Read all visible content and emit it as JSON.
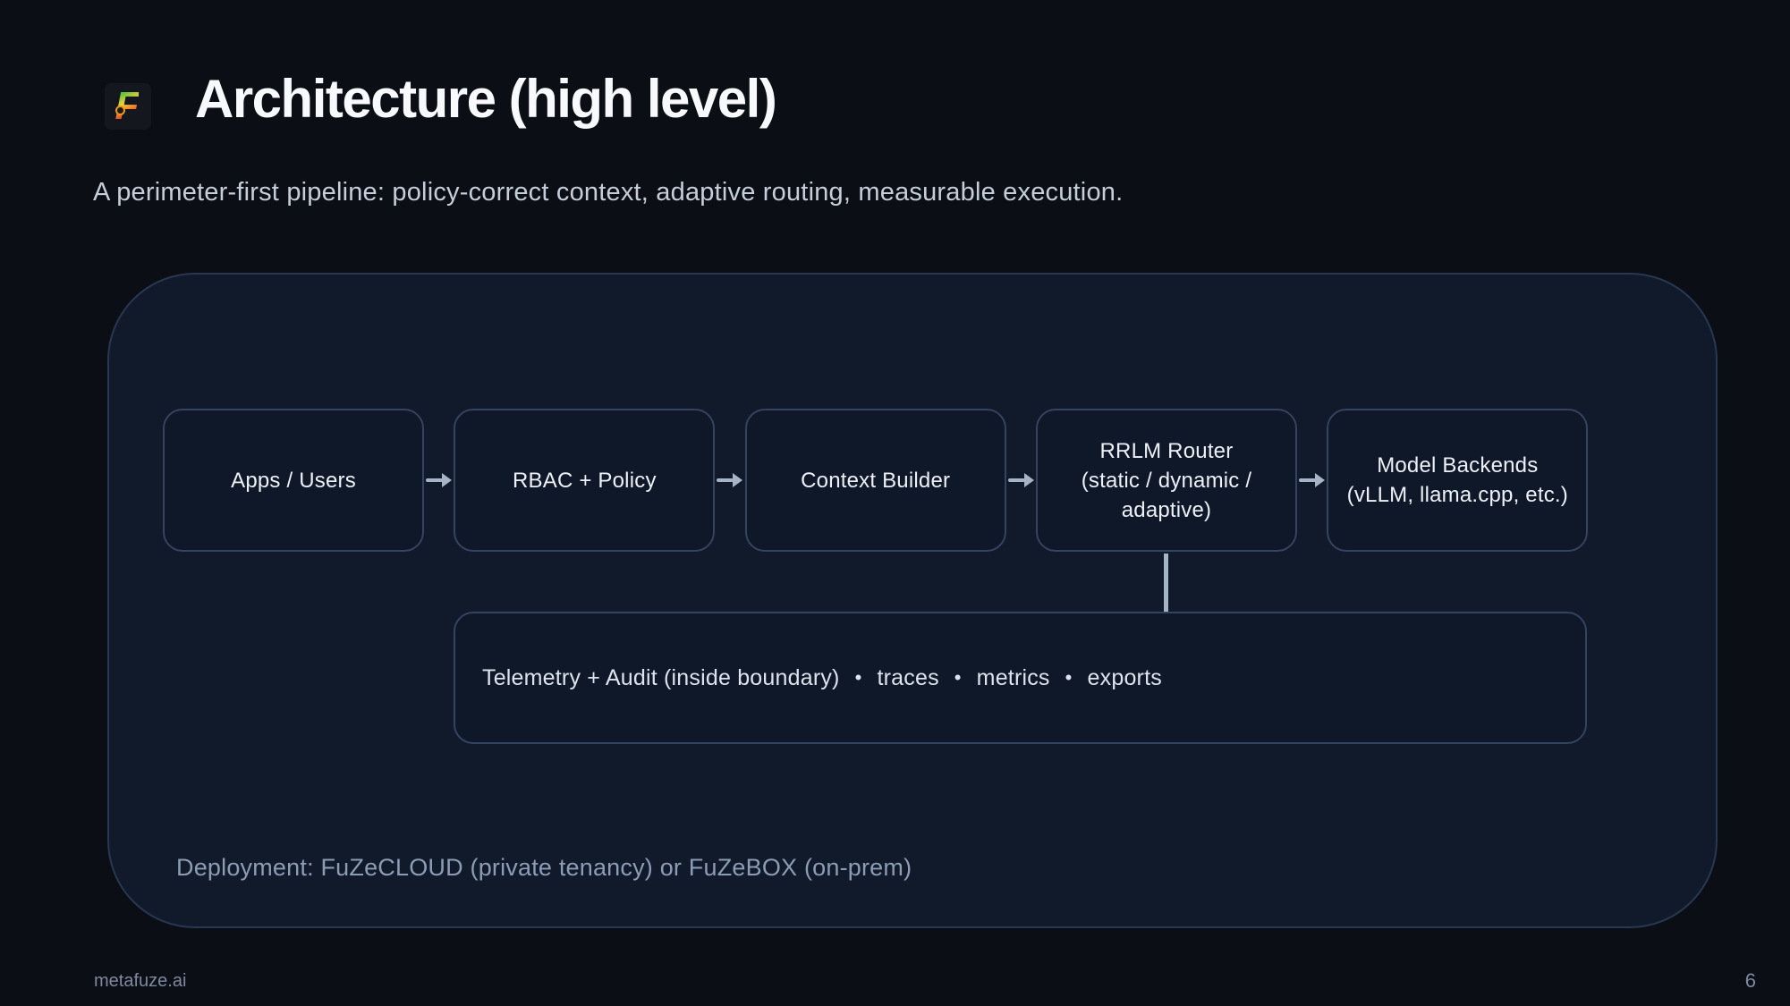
{
  "slide": {
    "title": "Architecture (high level)",
    "subtitle": "A perimeter-first pipeline: policy-correct context, adaptive routing, measurable execution.",
    "logo": {
      "letter": "F"
    },
    "footer": {
      "site": "metafuze.ai",
      "page_number": "6"
    }
  },
  "diagram": {
    "nodes": [
      {
        "lines": [
          "Apps / Users"
        ]
      },
      {
        "lines": [
          "RBAC + Policy"
        ]
      },
      {
        "lines": [
          "Context Builder"
        ]
      },
      {
        "lines": [
          "RRLM Router",
          "(static / dynamic / adaptive)"
        ]
      },
      {
        "lines": [
          "Model Backends",
          "(vLLM, llama.cpp, etc.)"
        ]
      }
    ],
    "telemetry": {
      "label": "Telemetry + Audit (inside boundary)",
      "bullet": "•",
      "items": [
        "traces",
        "metrics",
        "exports"
      ]
    },
    "deployment": "Deployment: FuZeCLOUD (private tenancy) or FuZeBOX (on-prem)"
  },
  "colors": {
    "page_bg": "#0b0e14",
    "panel_bg": "#111a2b",
    "panel_border": "#283852",
    "node_bg": "#0f1828",
    "node_border": "#34435f",
    "arrow": "#a7b3c6",
    "title_text": "#f7f9fc",
    "subtitle_text": "#c5ceda",
    "node_text": "#edf1f7",
    "telemetry_text": "#dde4ee",
    "muted_text": "#8d9cb5",
    "footer_text": "#7d89a0"
  }
}
